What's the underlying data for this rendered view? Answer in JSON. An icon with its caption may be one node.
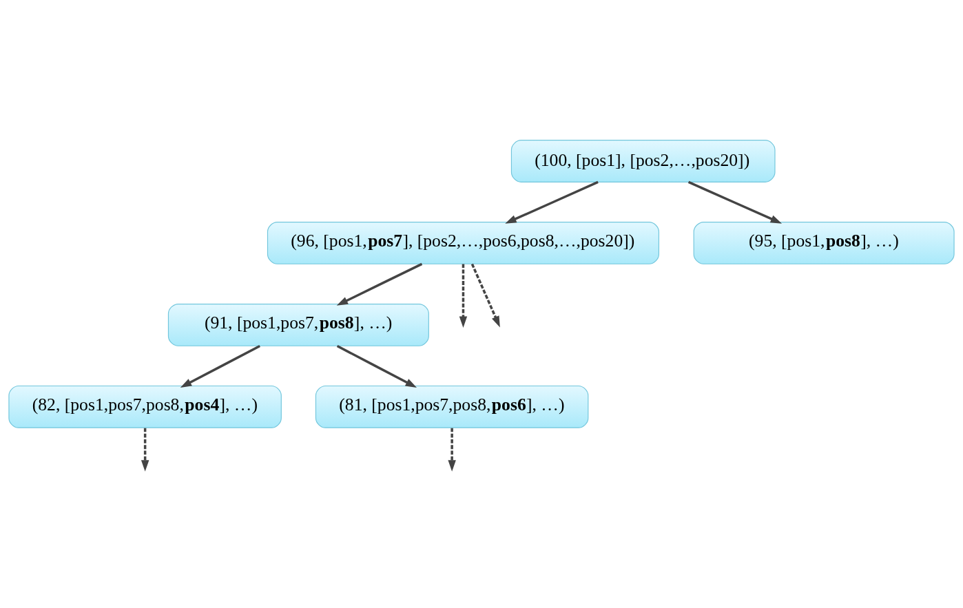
{
  "diagram": {
    "nodes": [
      {
        "text": [
          "(100, [pos1], [pos2,…,pos20])"
        ]
      },
      {
        "text": [
          "(96, [pos1,**pos7**], [pos2,…,pos6,pos8,…,pos20])"
        ]
      },
      {
        "text": [
          "(95, [pos1,**pos8**], …)"
        ]
      },
      {
        "text": [
          "(91, [pos1,pos7,**pos8**], …)"
        ]
      },
      {
        "text": [
          "(82, [pos1,pos7,pos8,**pos4**], …)"
        ]
      },
      {
        "text": [
          "(81, [pos1,pos7,pos8,**pos6**], …)"
        ]
      }
    ],
    "edges": [
      {
        "from": 0,
        "to": 1,
        "arrow": "to"
      },
      {
        "from": 0,
        "to": 2,
        "arrow": "to"
      },
      {
        "from": 1,
        "to": 3,
        "arrow": "to"
      },
      {
        "from": 1,
        "to": null,
        "arrow": "to",
        "style": "dashed"
      },
      {
        "from": 1,
        "to": null,
        "arrow": "to",
        "style": "dashed"
      },
      {
        "from": 3,
        "to": 4,
        "arrow": "to"
      },
      {
        "from": 3,
        "to": 5,
        "arrow": "to"
      },
      {
        "from": 4,
        "to": null,
        "arrow": "to",
        "style": "dashed"
      },
      {
        "from": 5,
        "to": null,
        "arrow": "to",
        "style": "dashed"
      }
    ]
  }
}
